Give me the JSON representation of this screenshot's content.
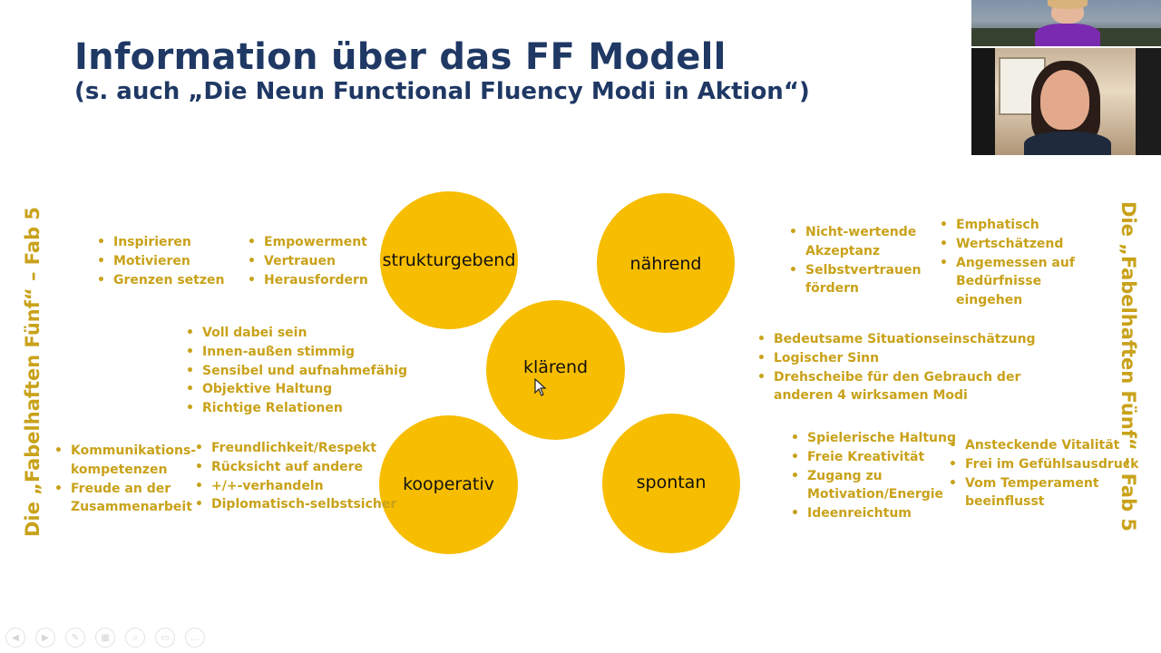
{
  "slide": {
    "title": "Information über das FF Modell",
    "subtitle": "(s. auch „Die Neun Functional Fluency Modi in Aktion“)",
    "side_left": "Die „Fabelhaften Fünf“ – Fab 5",
    "side_right": "Die „Fabelhaften Fünf“ – Fab 5"
  },
  "circles": {
    "strukturgebend": "strukturgebend",
    "naehrend": "nährend",
    "klaerend": "klärend",
    "kooperativ": "kooperativ",
    "spontan": "spontan"
  },
  "lists": {
    "struktur_a": [
      "Inspirieren",
      "Motivieren",
      "Grenzen setzen"
    ],
    "struktur_b": [
      "Empowerment",
      "Vertrauen",
      "Herausfordern"
    ],
    "naehr_a": [
      "Nicht-wertende",
      "Akzeptanz",
      "Selbstvertrauen",
      "fördern"
    ],
    "naehr_b": [
      "Emphatisch",
      "Wertschätzend",
      "Angemessen auf",
      "Bedürfnisse",
      "eingehen"
    ],
    "klaer_left": [
      "Voll dabei sein",
      "Innen-außen stimmig",
      "Sensibel und aufnahmefähig",
      "Objektive Haltung",
      "Richtige Relationen"
    ],
    "klaer_right": [
      "Bedeutsame Situationseinschätzung",
      "Logischer Sinn",
      "Drehscheibe für den Gebrauch der",
      "anderen 4 wirksamen Modi"
    ],
    "koop_a": [
      "Kommunikations-",
      "kompetenzen",
      "Freude an der",
      "Zusammenarbeit"
    ],
    "koop_b": [
      "Freundlichkeit/Respekt",
      "Rücksicht auf andere",
      "+/+-verhandeln",
      "Diplomatisch-selbstsicher"
    ],
    "spont_a": [
      "Spielerische Haltung",
      "Freie Kreativität",
      "Zugang zu",
      "Motivation/Energie",
      "Ideenreichtum"
    ],
    "spont_b": [
      "Ansteckende Vitalität",
      "Frei im Gefühlsausdruck",
      "Vom Temperament",
      "beeinflusst"
    ]
  },
  "colors": {
    "title": "#1f3864",
    "accent_text": "#c9a21a",
    "circle_fill": "#f7bd00"
  },
  "toolbar_icons": [
    "prev-icon",
    "next-icon",
    "pen-icon",
    "slides-icon",
    "zoom-icon",
    "subtitles-icon",
    "more-icon"
  ]
}
